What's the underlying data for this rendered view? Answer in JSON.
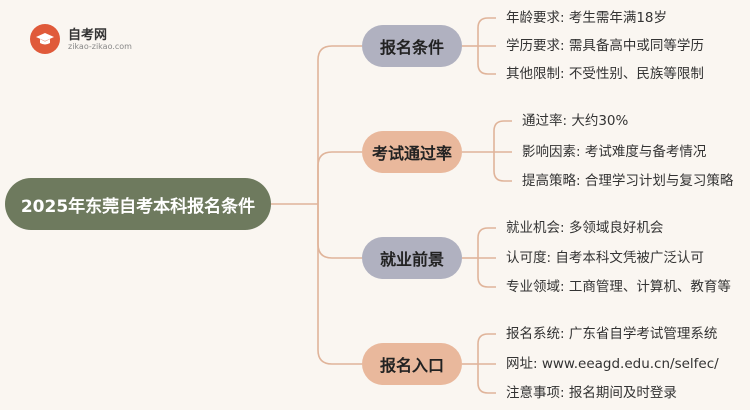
{
  "logo": {
    "title": "自考网",
    "subtitle": "zikao-zikao.com"
  },
  "root": {
    "label": "2025年东莞自考本科报名条件"
  },
  "branches": [
    {
      "label": "报名条件",
      "items": [
        "年龄要求: 考生需年满18岁",
        "学历要求: 需具备高中或同等学历",
        "其他限制: 不受性别、民族等限制"
      ]
    },
    {
      "label": "考试通过率",
      "items": [
        "通过率: 大约30%",
        "影响因素: 考试难度与备考情况",
        "提高策略: 合理学习计划与复习策略"
      ]
    },
    {
      "label": "就业前景",
      "items": [
        "就业机会: 多领域良好机会",
        "认可度: 自考本科文凭被广泛认可",
        "专业领域: 工商管理、计算机、教育等"
      ]
    },
    {
      "label": "报名入口",
      "items": [
        "报名系统: 广东省自学考试管理系统",
        "网址: www.eeagd.edu.cn/selfec/",
        "注意事项: 报名期间及时登录"
      ]
    }
  ],
  "colors": {
    "root": "#6e7a5e",
    "branch_gray": "#b0b1c0",
    "branch_peach": "#e9b89c",
    "line": "#e0b49a",
    "background": "#faf6f1"
  }
}
